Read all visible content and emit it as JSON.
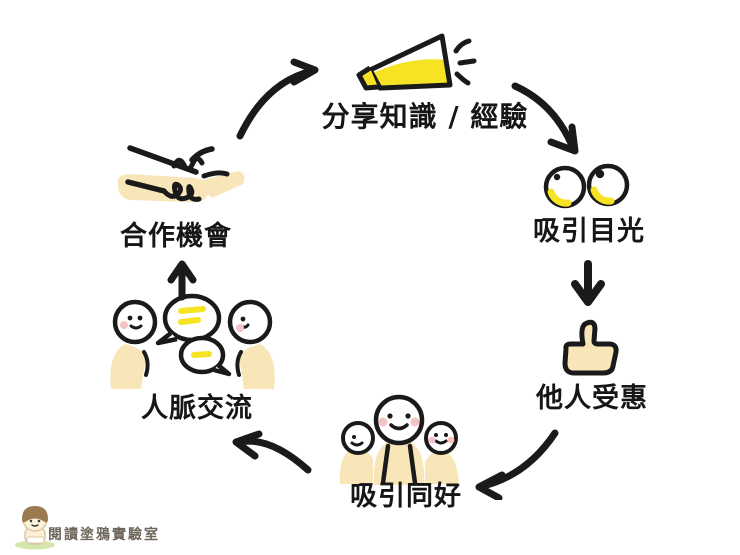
{
  "diagram": {
    "type": "cycle",
    "nodes": [
      {
        "id": "share-knowledge",
        "label": "分享知識 / 經驗",
        "icon": "megaphone-icon"
      },
      {
        "id": "attract-attention",
        "label": "吸引目光",
        "icon": "eyes-icon"
      },
      {
        "id": "others-benefit",
        "label": "他人受惠",
        "icon": "thumbs-up-icon"
      },
      {
        "id": "attract-likeminded",
        "label": "吸引同好",
        "icon": "people-group-icon"
      },
      {
        "id": "network-exchange",
        "label": "人脈交流",
        "icon": "people-talking-icon"
      },
      {
        "id": "cooperation-opportunity",
        "label": "合作機會",
        "icon": "handshake-icon"
      }
    ],
    "edges": [
      {
        "from": "share-knowledge",
        "to": "attract-attention"
      },
      {
        "from": "attract-attention",
        "to": "others-benefit"
      },
      {
        "from": "others-benefit",
        "to": "attract-likeminded"
      },
      {
        "from": "attract-likeminded",
        "to": "network-exchange"
      },
      {
        "from": "network-exchange",
        "to": "cooperation-opportunity"
      },
      {
        "from": "cooperation-opportunity",
        "to": "share-knowledge"
      }
    ]
  },
  "watermark": {
    "label": "閱讀塗鴉實驗室"
  },
  "colors": {
    "background": "#ffffff",
    "outline": "#1a1a1a",
    "accent_yellow": "#f6e424",
    "skin_cream": "#f8e6b8",
    "cheek_pink": "#f6c3c3",
    "watermark_text": "#6e665c"
  }
}
